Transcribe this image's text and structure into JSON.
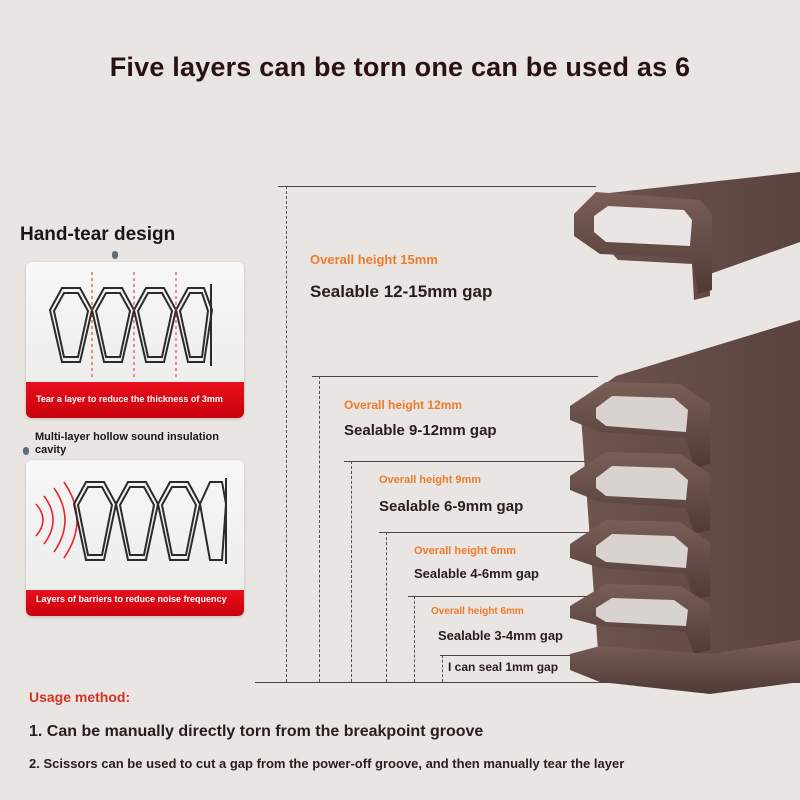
{
  "title": "Five layers can be torn one can be used as 6",
  "hand_tear": {
    "heading": "Hand-tear design",
    "card1_banner": "Tear a layer to reduce the thickness of 3mm",
    "card2_caption": "Multi-layer hollow sound insulation cavity",
    "card2_banner": "Layers of barriers to reduce noise frequency"
  },
  "sizes": [
    {
      "height": "Overall height 15mm",
      "gap": "Sealable 12-15mm gap"
    },
    {
      "height": "Overall height 12mm",
      "gap": "Sealable 9-12mm gap"
    },
    {
      "height": "Overall height 9mm",
      "gap": "Sealable 6-9mm gap"
    },
    {
      "height": "Overall height 6mm",
      "gap": "Sealable 4-6mm gap"
    },
    {
      "height": "Overall height 6mm",
      "gap": "Sealable 3-4mm gap"
    },
    {
      "height": "",
      "gap": "I can seal 1mm gap"
    }
  ],
  "usage": {
    "title": "Usage method:",
    "step1": "1. Can be manually directly torn from the breakpoint groove",
    "step2": "2. Scissors can be used to cut a gap from the power-off groove, and then manually tear the layer"
  },
  "colors": {
    "product_brown": "#5c4440",
    "accent_orange": "#f07a2c",
    "banner_red": "#e0101a",
    "usage_red": "#d2342a"
  }
}
